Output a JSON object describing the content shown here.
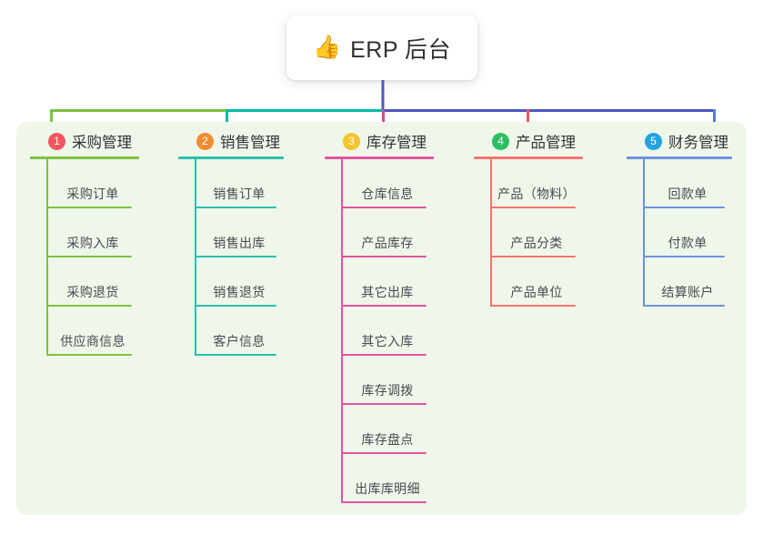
{
  "root": {
    "icon": "thumbs-up-icon",
    "icon_glyph": "👍",
    "title": "ERP 后台",
    "stem_color": "#4e56c0"
  },
  "panel": {
    "background_color": "#eef7e9"
  },
  "connectors": {
    "segment_colors": [
      "#7dc242",
      "#09b9a6",
      "#4e56c0"
    ],
    "drop_colors": [
      "#7dc242",
      "#09b9a6",
      "#e8408f",
      "#f4575c",
      "#4e7fd0"
    ]
  },
  "columns": [
    {
      "number": "1",
      "title": "采购管理",
      "badge_color": "#f4555f",
      "line_color": "#7dc242",
      "items": [
        {
          "label": "采购订单"
        },
        {
          "label": "采购入库"
        },
        {
          "label": "采购退货"
        },
        {
          "label": "供应商信息"
        }
      ]
    },
    {
      "number": "2",
      "title": "销售管理",
      "badge_color": "#f08b34",
      "line_color": "#2cbfb0",
      "items": [
        {
          "label": "销售订单"
        },
        {
          "label": "销售出库"
        },
        {
          "label": "销售退货"
        },
        {
          "label": "客户信息"
        }
      ]
    },
    {
      "number": "3",
      "title": "库存管理",
      "badge_color": "#f5c32c",
      "line_color": "#e254a0",
      "items": [
        {
          "label": "仓库信息"
        },
        {
          "label": "产品库存"
        },
        {
          "label": "其它出库"
        },
        {
          "label": "其它入库"
        },
        {
          "label": "库存调拨"
        },
        {
          "label": "库存盘点"
        },
        {
          "label": "出库库明细"
        }
      ]
    },
    {
      "number": "4",
      "title": "产品管理",
      "badge_color": "#2fbf62",
      "line_color": "#f6736f",
      "items": [
        {
          "label": "产品（物料）"
        },
        {
          "label": "产品分类"
        },
        {
          "label": "产品单位"
        }
      ]
    },
    {
      "number": "5",
      "title": "财务管理",
      "badge_color": "#23a3e0",
      "line_color": "#6d93d8",
      "items": [
        {
          "label": "回款单"
        },
        {
          "label": "付款单"
        },
        {
          "label": "结算账户"
        }
      ]
    }
  ]
}
